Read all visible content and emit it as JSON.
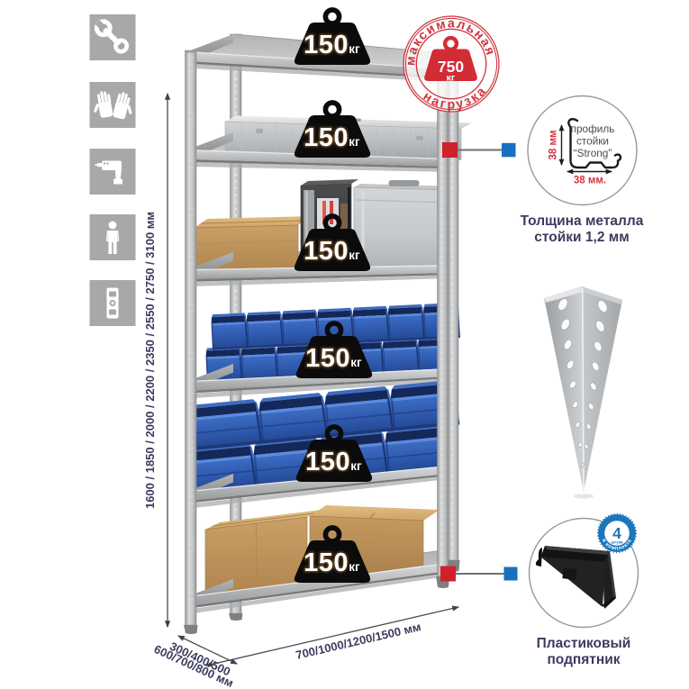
{
  "page": {
    "background": "#ffffff"
  },
  "icons_panel": {
    "items": [
      {
        "name": "wrench"
      },
      {
        "name": "gloves"
      },
      {
        "name": "drill"
      },
      {
        "name": "person"
      },
      {
        "name": "level"
      }
    ]
  },
  "dimensions": {
    "height_values": "1600 / 1850 / 2000 / 2200 / 2350 / 2550 / 2750 / 3100 мм",
    "depth_values_line1": "300/400/500",
    "depth_values_line2": "600/700/800 мм",
    "width_values": "700/1000/1200/1500 мм"
  },
  "badge": {
    "load": "150",
    "unit": "кг"
  },
  "stamp": {
    "arc_top": "максимальная",
    "arc_bottom": "нагрузка",
    "load": "750",
    "unit": "кг"
  },
  "profile_info": {
    "line1": "профиль",
    "line2": "стойки",
    "line3": "“Strong”",
    "dim_vertical": "38 мм",
    "dim_horizontal": "38 мм.",
    "caption_line1": "Толщина металла",
    "caption_line2": "стойки 1,2 мм"
  },
  "foot_info": {
    "caption_line1": "Пластиковый",
    "caption_line2": "подпятник",
    "kit_count": "4",
    "kit_unit": "штуки",
    "kit_ring": "в комплекте"
  },
  "colors": {
    "accent_red": "#c9252e",
    "accent_blue": "#1b76bb",
    "navy_text": "#3b3b5e",
    "icon_tile_gray": "#a6a8aa"
  }
}
